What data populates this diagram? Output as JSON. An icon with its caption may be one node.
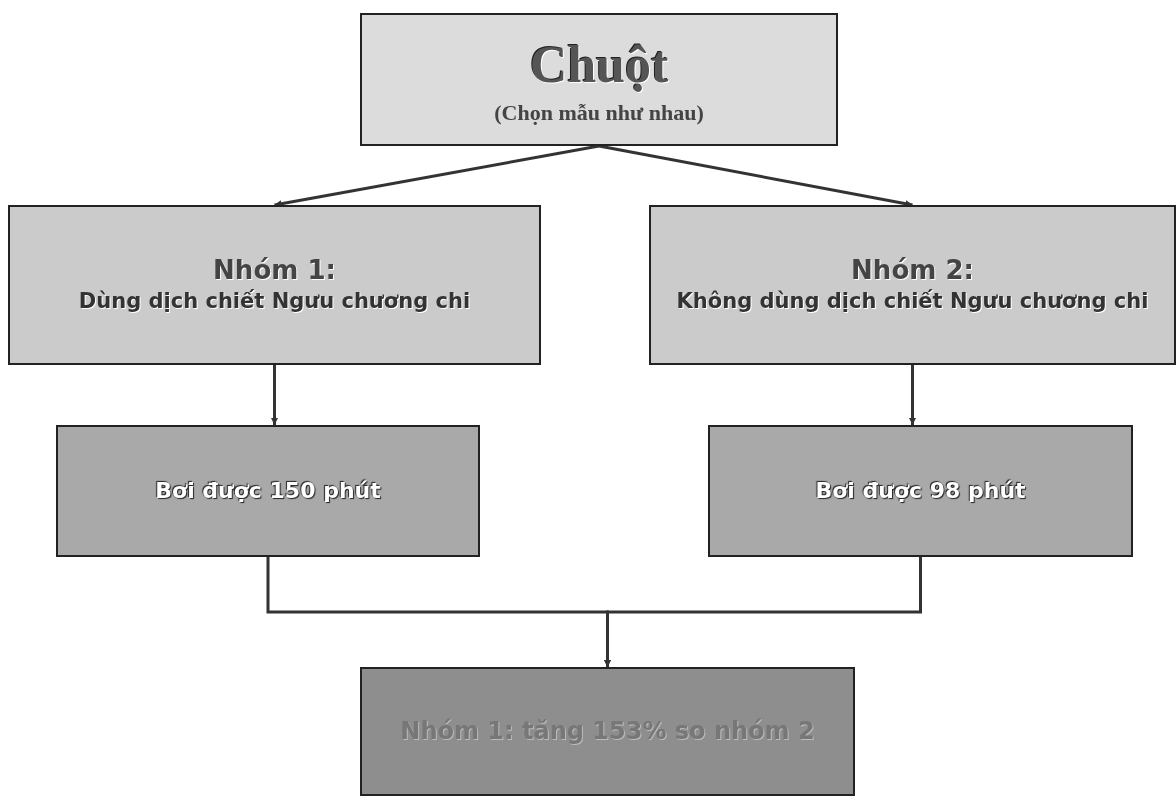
{
  "diagram": {
    "nodes": [
      {
        "text": [
          "Chuột",
          "(Chọn mẫu như nhau)"
        ]
      },
      {
        "text": [
          "Nhóm 1:",
          "Dùng dịch chiết Ngưu chương chi"
        ]
      },
      {
        "text": [
          "Nhóm 2:",
          "Không dùng dịch chiết Ngưu chương chi"
        ]
      },
      {
        "text": [
          "Bơi được 150 phút"
        ]
      },
      {
        "text": [
          "Bơi được 98 phút"
        ]
      },
      {
        "text": [
          "Nhóm 1: tăng 153% so nhóm 2"
        ]
      }
    ],
    "edges": [
      {
        "from": 0,
        "to": 1,
        "arrow": "to"
      },
      {
        "from": 0,
        "to": 2,
        "arrow": "to"
      },
      {
        "from": 1,
        "to": 3,
        "arrow": "to"
      },
      {
        "from": 2,
        "to": 4,
        "arrow": "to"
      },
      {
        "from": 3,
        "to": 5,
        "arrow": "to"
      },
      {
        "from": 4,
        "to": 5,
        "arrow": "to"
      }
    ]
  }
}
